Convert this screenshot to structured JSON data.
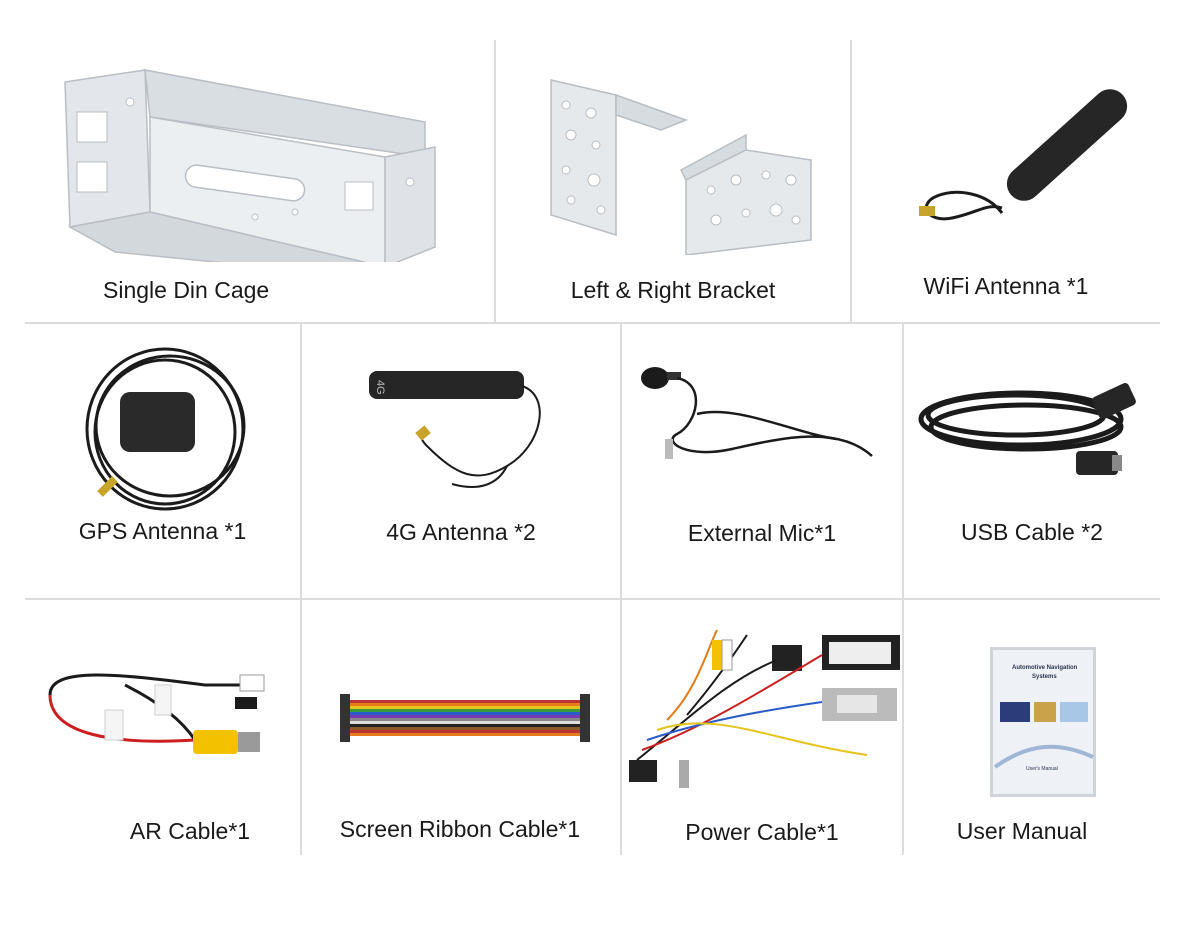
{
  "items": [
    {
      "label": "Single Din Cage",
      "icon": "din-cage-icon"
    },
    {
      "label": "Left & Right Bracket",
      "icon": "bracket-icon"
    },
    {
      "label": "WiFi Antenna *1",
      "icon": "wifi-antenna-icon"
    },
    {
      "label": "GPS Antenna *1",
      "icon": "gps-antenna-icon"
    },
    {
      "label": "4G Antenna *2",
      "icon": "4g-antenna-icon"
    },
    {
      "label": "External Mic*1",
      "icon": "mic-icon"
    },
    {
      "label": "USB Cable *2",
      "icon": "usb-cable-icon"
    },
    {
      "label": "AR Cable*1",
      "icon": "av-cable-icon"
    },
    {
      "label": "Screen Ribbon Cable*1",
      "icon": "ribbon-cable-icon"
    },
    {
      "label": "Power Cable*1",
      "icon": "power-harness-icon"
    },
    {
      "label": "User Manual",
      "icon": "manual-icon"
    }
  ],
  "antenna_badge": "4G",
  "manual": {
    "title_line1": "Automotive Navigation",
    "title_line2": "Systems",
    "subtitle": "User's Manual"
  },
  "colors": {
    "divider": "#dcdcdc",
    "metal": "#e6e9ec",
    "cable": "#1b1b1b",
    "rca_yellow": "#f2c200"
  }
}
